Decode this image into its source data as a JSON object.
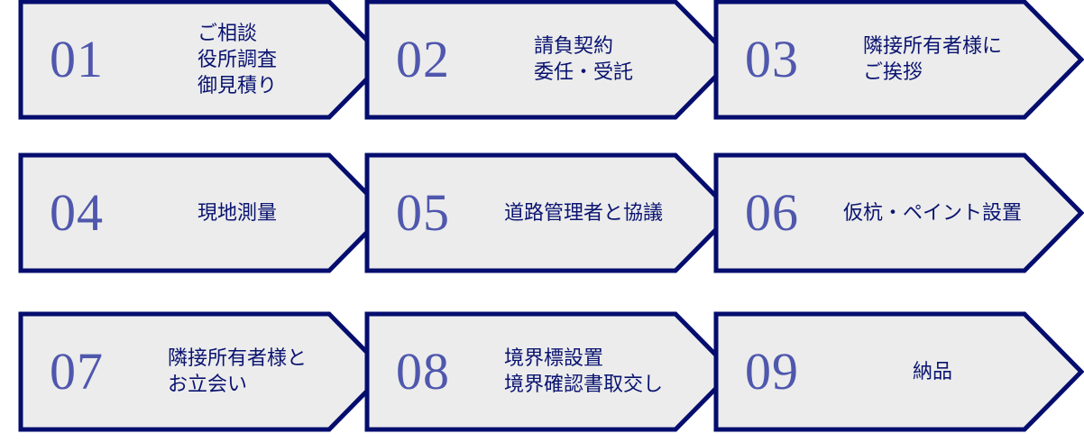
{
  "colors": {
    "border": "#050d6e",
    "fill": "#ececec",
    "number": "#4f57ad",
    "text": "#0a1470"
  },
  "steps": [
    {
      "number": "01",
      "label": "ご相談\n役所調査\n御見積り"
    },
    {
      "number": "02",
      "label": "請負契約\n委任・受託"
    },
    {
      "number": "03",
      "label": "隣接所有者様に\nご挨拶"
    },
    {
      "number": "04",
      "label": "現地測量"
    },
    {
      "number": "05",
      "label": "道路管理者と協議"
    },
    {
      "number": "06",
      "label": "仮杭・ペイント設置"
    },
    {
      "number": "07",
      "label": "隣接所有者様と\nお立会い"
    },
    {
      "number": "08",
      "label": "境界標設置\n境界確認書取交し"
    },
    {
      "number": "09",
      "label": "納品"
    }
  ]
}
